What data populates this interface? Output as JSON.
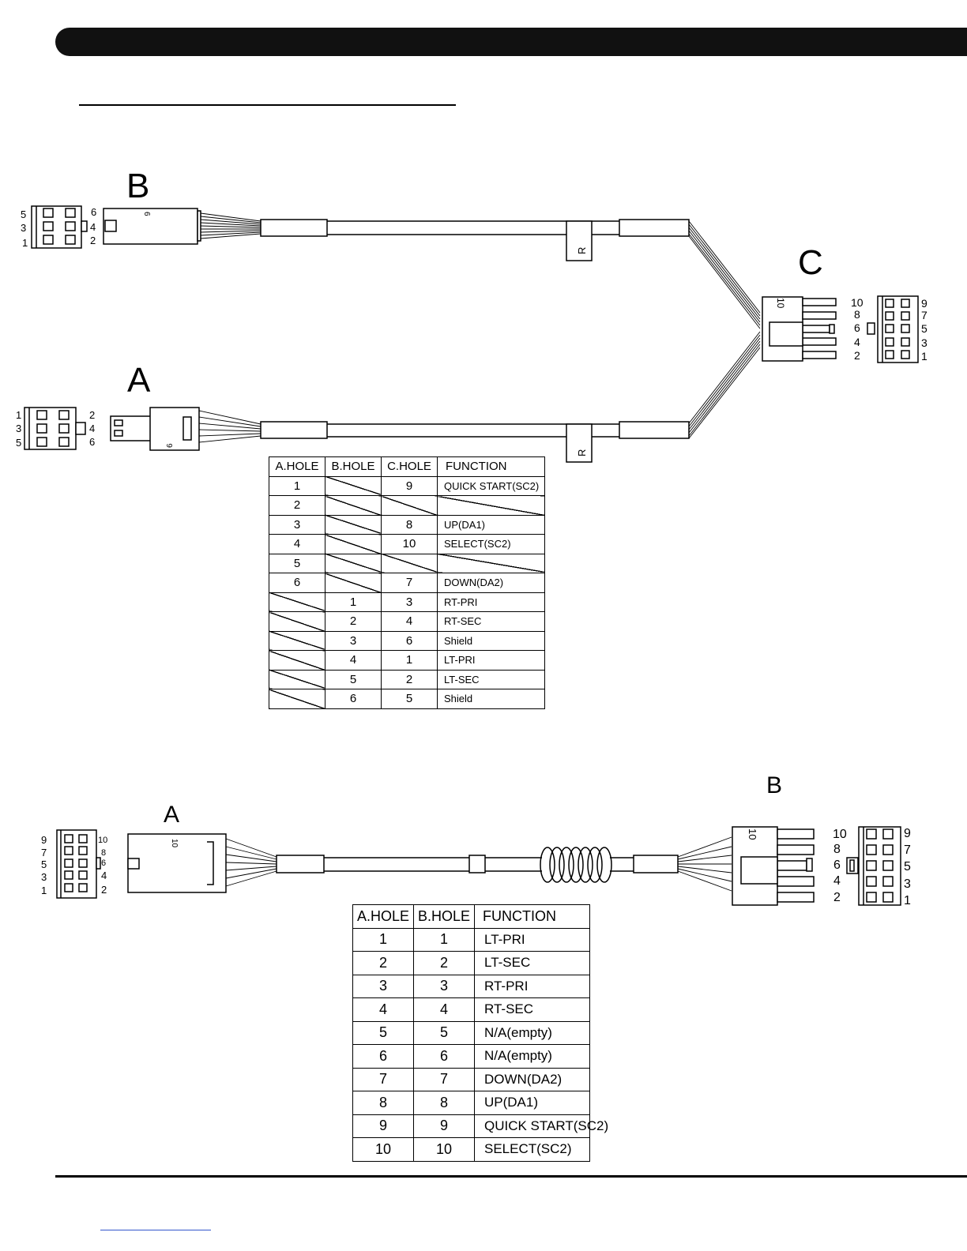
{
  "harness_1": {
    "connector_b": {
      "label": "B",
      "pin_mark": "6",
      "pins_left": [
        "5",
        "3",
        "1"
      ],
      "pins_right": [
        "6",
        "4",
        "2"
      ]
    },
    "connector_a": {
      "label": "A",
      "pin_mark": "6",
      "pins_left": [
        "1",
        "3",
        "5"
      ],
      "pins_right": [
        "2",
        "4",
        "6"
      ]
    },
    "connector_c": {
      "label": "C",
      "pin_mark": "10",
      "pins_left": [
        "10",
        "8",
        "6",
        "4",
        "2"
      ],
      "pins_right": [
        "9",
        "7",
        "5",
        "3",
        "1"
      ]
    },
    "ring_marker": "R",
    "table": {
      "headers": [
        "A.HOLE",
        "B.HOLE",
        "C.HOLE",
        "FUNCTION"
      ],
      "rows": [
        [
          "1",
          "",
          "9",
          "QUICK START(SC2)"
        ],
        [
          "2",
          "",
          "",
          ""
        ],
        [
          "3",
          "",
          "8",
          "UP(DA1)"
        ],
        [
          "4",
          "",
          "10",
          "SELECT(SC2)"
        ],
        [
          "5",
          "",
          "",
          ""
        ],
        [
          "6",
          "",
          "7",
          "DOWN(DA2)"
        ],
        [
          "",
          "1",
          "3",
          "RT-PRI"
        ],
        [
          "",
          "2",
          "4",
          "RT-SEC"
        ],
        [
          "",
          "3",
          "6",
          "Shield"
        ],
        [
          "",
          "4",
          "1",
          "LT-PRI"
        ],
        [
          "",
          "5",
          "2",
          "LT-SEC"
        ],
        [
          "",
          "6",
          "5",
          "Shield"
        ]
      ]
    }
  },
  "harness_2": {
    "connector_a": {
      "label": "A",
      "pin_mark": "10",
      "pins_left": [
        "9",
        "7",
        "5",
        "3",
        "1"
      ],
      "pins_right": [
        "10",
        "8",
        "6",
        "4",
        "2"
      ]
    },
    "connector_b": {
      "label": "B",
      "pin_mark": "10",
      "pins_left": [
        "10",
        "8",
        "6",
        "4",
        "2"
      ],
      "pins_right": [
        "9",
        "7",
        "5",
        "3",
        "1"
      ]
    },
    "table": {
      "headers": [
        "A.HOLE",
        "B.HOLE",
        "FUNCTION"
      ],
      "rows": [
        [
          "1",
          "1",
          "LT-PRI"
        ],
        [
          "2",
          "2",
          "LT-SEC"
        ],
        [
          "3",
          "3",
          "RT-PRI"
        ],
        [
          "4",
          "4",
          "RT-SEC"
        ],
        [
          "5",
          "5",
          "N/A(empty)"
        ],
        [
          "6",
          "6",
          "N/A(empty)"
        ],
        [
          "7",
          "7",
          "DOWN(DA2)"
        ],
        [
          "8",
          "8",
          "UP(DA1)"
        ],
        [
          "9",
          "9",
          "QUICK START(SC2)"
        ],
        [
          "10",
          "10",
          "SELECT(SC2)"
        ]
      ]
    }
  }
}
